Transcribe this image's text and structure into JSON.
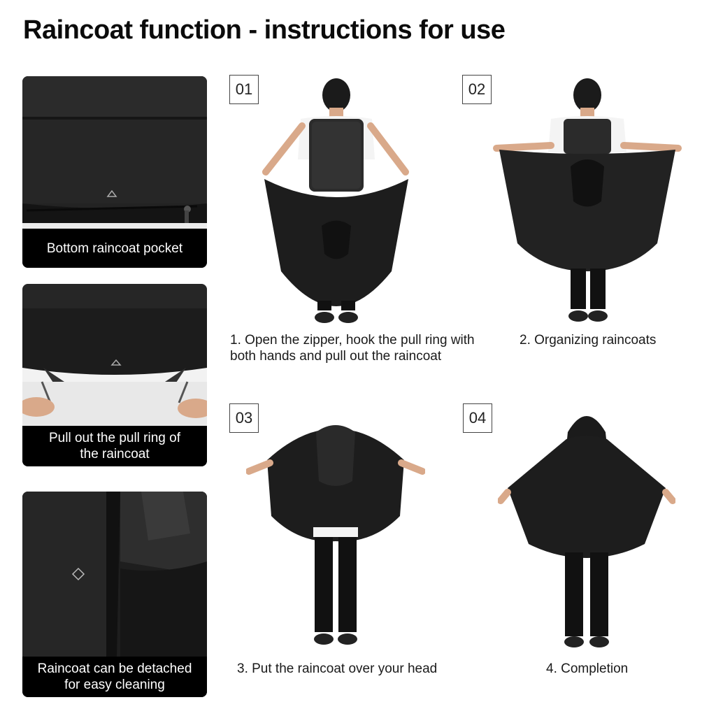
{
  "title": "Raincoat function - instructions for use",
  "colors": {
    "backpack": "#2a2a2a",
    "raincoat": "#1d1d1d",
    "caption_bg": "#000000",
    "caption_text": "#ffffff"
  },
  "details": [
    {
      "caption": "Bottom raincoat pocket"
    },
    {
      "caption": "Pull out the pull ring of\nthe raincoat"
    },
    {
      "caption": "Raincoat can be detached\nfor easy cleaning"
    }
  ],
  "steps": [
    {
      "number": "01",
      "caption": "1. Open the zipper, hook the pull ring with\n    both hands and pull out the raincoat"
    },
    {
      "number": "02",
      "caption": "2. Organizing raincoats"
    },
    {
      "number": "03",
      "caption": "3. Put the raincoat over your head"
    },
    {
      "number": "04",
      "caption": "4. Completion"
    }
  ]
}
